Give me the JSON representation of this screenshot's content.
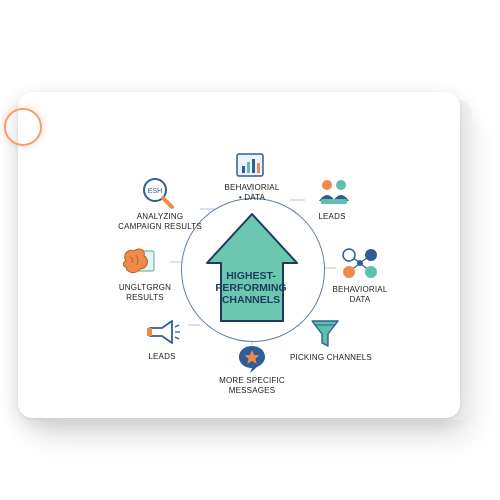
{
  "center": {
    "lines": [
      "HIGHEST-",
      "PERFORMING",
      "CHANNELS"
    ]
  },
  "nodes": {
    "analyzing": [
      "ANALYZING",
      "CAMPAIGN RESULTS"
    ],
    "behavioral_top": [
      "BEHAVIORIAL",
      "• DATA"
    ],
    "leads_top": [
      "LEADS"
    ],
    "unglt": [
      "UNGLTGRGN",
      "RESULTS"
    ],
    "behavioral_right": [
      "BEHAVIORIAL",
      "DATA"
    ],
    "leads_left": [
      "LEADS"
    ],
    "picking": [
      "PICKING CHANNELS"
    ],
    "more": [
      "MORE SPECIFIC",
      "MESSAGES"
    ]
  },
  "icons": {
    "magnifier_text": "ESH"
  },
  "colors": {
    "arrow_fill": "#6cc7b1",
    "arrow_stroke": "#1e3a5f",
    "hub_stroke": "#5f7fa8",
    "connector": "#b9c3cf",
    "accent_orange": "#ef8a4a",
    "accent_blue": "#2f5e96",
    "accent_teal": "#5cc0aa"
  }
}
